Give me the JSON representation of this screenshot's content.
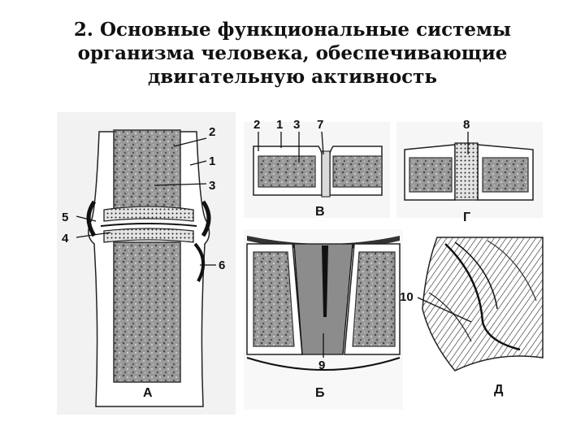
{
  "title": {
    "line1": "2. Основные функциональные системы",
    "line2": "организма человека, обеспечивающие",
    "line3": "двигательную активность"
  },
  "panels": {
    "a": {
      "caption": "А",
      "labels": [
        "2",
        "1",
        "3",
        "5",
        "4",
        "6"
      ]
    },
    "b": {
      "caption": "Б",
      "labels": [
        "9"
      ]
    },
    "v": {
      "caption": "В",
      "labels": [
        "2",
        "1",
        "3",
        "7"
      ]
    },
    "g": {
      "caption": "Г",
      "labels": [
        "8"
      ]
    },
    "d": {
      "caption": "Д",
      "labels": [
        "10"
      ]
    }
  }
}
